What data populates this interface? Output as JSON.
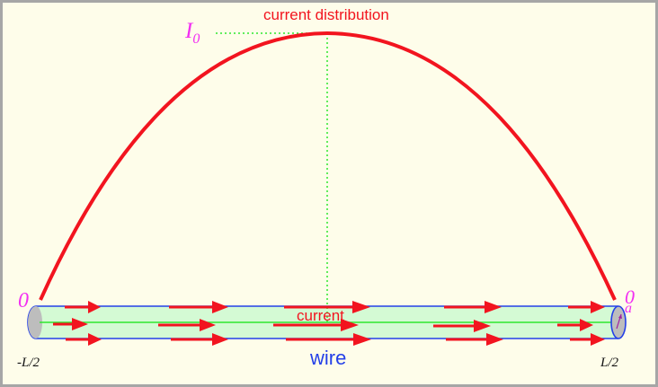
{
  "diagram": {
    "title": "current distribution",
    "peak_label": "I",
    "peak_subscript": "0",
    "left_zero_label": "0",
    "right_zero_label": "0",
    "radius_label": "a",
    "current_label": "current",
    "wire_label": "wire",
    "left_end_label": "-L/2",
    "right_end_label": "L/2",
    "colors": {
      "background": "#fefdea",
      "border": "#a6a6a6",
      "curve": "#f2141f",
      "title": "#f2141f",
      "magenta_labels": "#f22ef2",
      "wire_fill": "#d4fad4",
      "wire_outline": "#2440e8",
      "axis_line": "#2ee82e",
      "guide_dotted": "#2ee82e",
      "arrows": "#f2141f",
      "end_cap": "#bdbdbd",
      "wire_label": "#2440e8"
    }
  }
}
